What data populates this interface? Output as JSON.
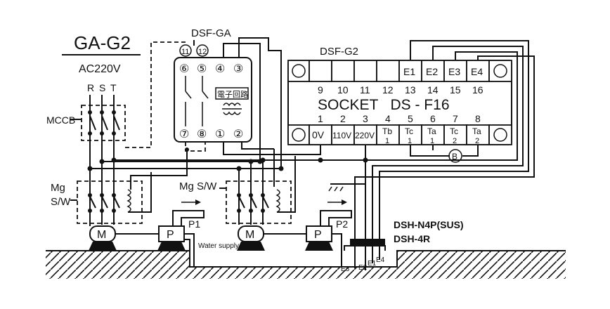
{
  "title": "GA-G2",
  "voltage": "AC220V",
  "breaker_label": "MCCB",
  "phases": [
    "R",
    "S",
    "T"
  ],
  "relay": {
    "title": "DSF-GA",
    "top_terminals": [
      "⑥",
      "⑤",
      "④",
      "③"
    ],
    "bottom_terminals": [
      "⑦",
      "⑧",
      "①",
      "②"
    ],
    "extra_terminals": [
      "11",
      "12"
    ],
    "circuit_label": "電子回路"
  },
  "controller": {
    "title": "DSF-G2",
    "electrode_terminals": [
      "E1",
      "E2",
      "E3",
      "E4"
    ],
    "top_numbers": [
      "9",
      "10",
      "11",
      "12",
      "13",
      "14",
      "15",
      "16"
    ],
    "socket_label": "SOCKET   DS - F16",
    "bottom_numbers": [
      "1",
      "2",
      "3",
      "4",
      "5",
      "6",
      "7",
      "8"
    ],
    "bottom_terminals": [
      {
        "top": "0V",
        "bottom": ""
      },
      {
        "top": "110V",
        "bottom": ""
      },
      {
        "top": "220V",
        "bottom": ""
      },
      {
        "top": "Tb",
        "bottom": "1"
      },
      {
        "top": "Tc",
        "bottom": "1"
      },
      {
        "top": "Ta",
        "bottom": "1"
      },
      {
        "top": "Tc",
        "bottom": "2"
      },
      {
        "top": "Ta",
        "bottom": "2"
      }
    ]
  },
  "contactor_left": "Mg\nS/W",
  "contactor_left_lines": [
    "Mg",
    "S/W"
  ],
  "contactor_right": "Mg S/W",
  "motor_label": "M",
  "pump_label": "P",
  "pump_names": [
    "P1",
    "P2"
  ],
  "water_supply": "Water supply",
  "ground_marker": "B",
  "electrode_holder": [
    "DSH-N4P(SUS)",
    "DSH-4R"
  ],
  "electrode_labels": [
    "E3",
    "E2",
    "E1",
    "E4"
  ]
}
